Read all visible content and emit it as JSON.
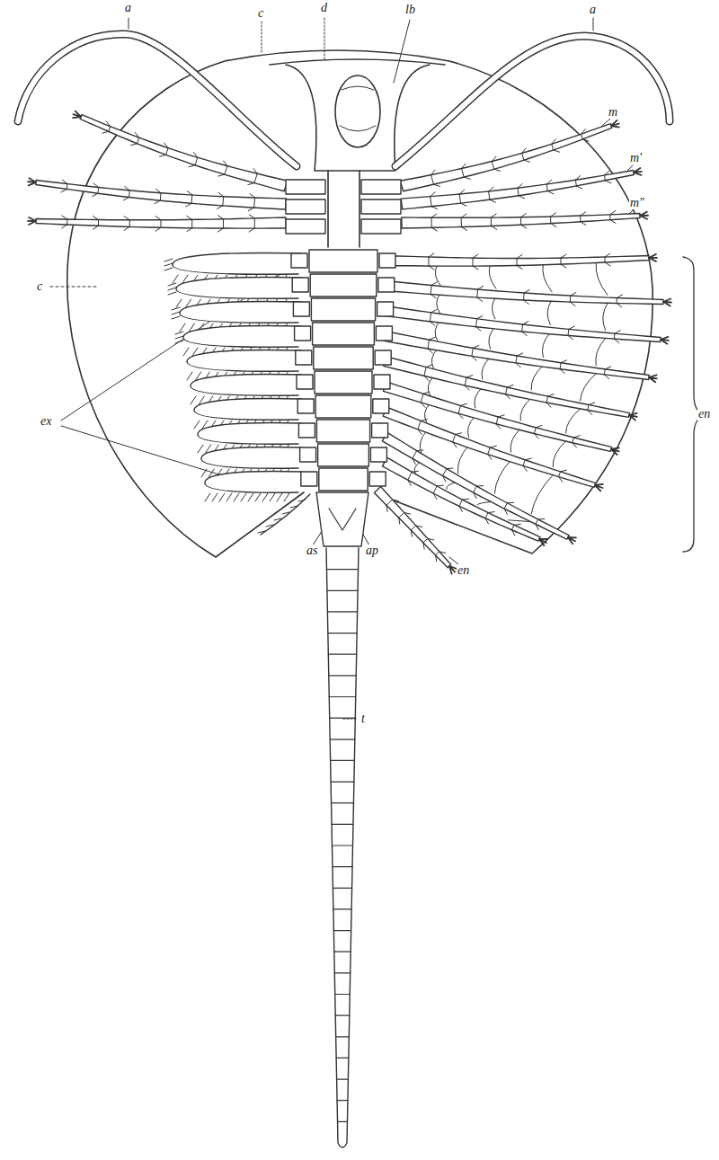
{
  "diagram": {
    "labels": [
      "a",
      "c",
      "d",
      "lb",
      "a",
      "m",
      "m'",
      "m\"",
      "c",
      "ex",
      "en",
      "as",
      "ap",
      "en",
      "t"
    ]
  }
}
